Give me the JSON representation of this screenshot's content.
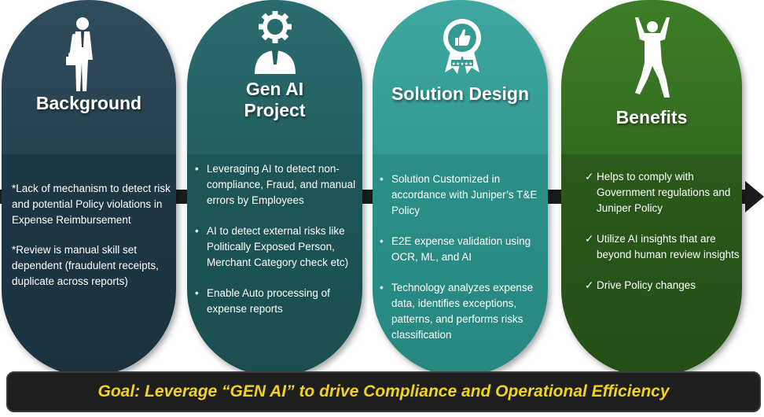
{
  "columns": [
    {
      "title": "Background",
      "icon": "businessman-icon",
      "paragraphs": [
        "*Lack of mechanism to detect risk and potential Policy violations in Expense Reimbursement",
        "*Review is manual skill set dependent (fraudulent receipts, duplicate across reports)"
      ]
    },
    {
      "title_line1": "Gen AI",
      "title_line2": "Project",
      "icon": "person-gear-icon",
      "bullet_char": "•",
      "bullets": [
        "Leveraging AI to detect non-compliance, Fraud, and manual errors by Employees",
        "AI to detect external risks like Politically Exposed Person, Merchant Category check etc)",
        "Enable Auto processing of expense reports"
      ]
    },
    {
      "title": "Solution Design",
      "icon": "thumbs-up-badge-icon",
      "bullet_char": "•",
      "bullets": [
        "Solution Customized in accordance with  Juniper’s T&E Policy",
        "E2E expense validation using OCR, ML, and AI",
        "Technology analyzes expense data, identifies exceptions, patterns, and performs risks classification"
      ]
    },
    {
      "title": "Benefits",
      "icon": "celebrating-person-icon",
      "bullet_char": "✓",
      "bullets": [
        "Helps to comply with Government regulations and Juniper Policy",
        "Utilize AI insights that are beyond human review insights",
        "Drive Policy changes"
      ]
    }
  ],
  "goal": "Goal: Leverage “GEN AI” to drive Compliance and Operational Efficiency",
  "colors": {
    "goal_text": "#f2d21d",
    "background_pill": "#27414f",
    "genai_pill": "#246062",
    "solution_pill": "#349a92",
    "benefits_pill": "#336c20"
  }
}
